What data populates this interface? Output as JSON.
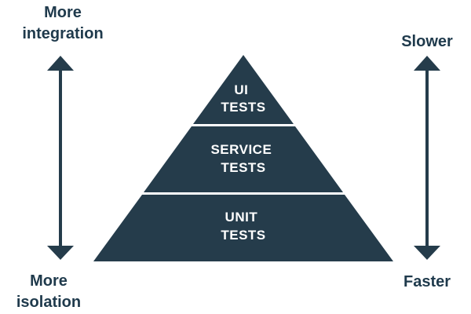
{
  "left_axis": {
    "top_label": [
      "More",
      "integration"
    ],
    "bottom_label": [
      "More",
      "isolation"
    ]
  },
  "right_axis": {
    "top_label": "Slower",
    "bottom_label": "Faster"
  },
  "pyramid": {
    "tiers": [
      {
        "lines": [
          "UI",
          "TESTS"
        ]
      },
      {
        "lines": [
          "SERVICE",
          "TESTS"
        ]
      },
      {
        "lines": [
          "UNIT",
          "TESTS"
        ]
      }
    ]
  },
  "colors": {
    "pyramid_fill": "#253c4b",
    "arrow": "#253c4b",
    "text": "#1f3a4c",
    "divider": "#ffffff"
  }
}
